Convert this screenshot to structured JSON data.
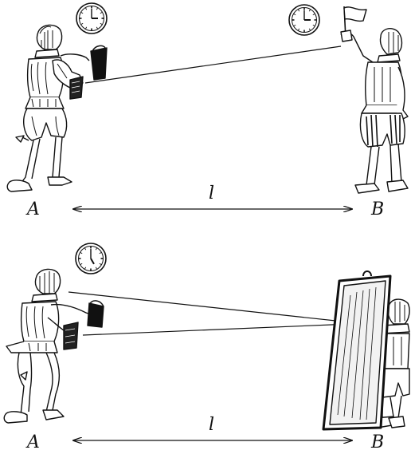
{
  "panels": [
    {
      "id": "top",
      "point_a_label": "A",
      "point_b_label": "B",
      "distance_label": "l",
      "clock_a": {
        "hour": 3,
        "minute": 0
      },
      "clock_b": {
        "hour": 3,
        "minute": 0
      }
    },
    {
      "id": "bottom",
      "point_a_label": "A",
      "point_b_label": "B",
      "distance_label": "l",
      "clock_a": {
        "hour": 5,
        "minute": 0
      }
    }
  ],
  "colors": {
    "ink": "#111111",
    "paper": "#ffffff",
    "mirror_fill": "#f2f2f2"
  },
  "icons": [
    "clock-icon",
    "flag-icon",
    "mirror-icon",
    "person-figure"
  ]
}
